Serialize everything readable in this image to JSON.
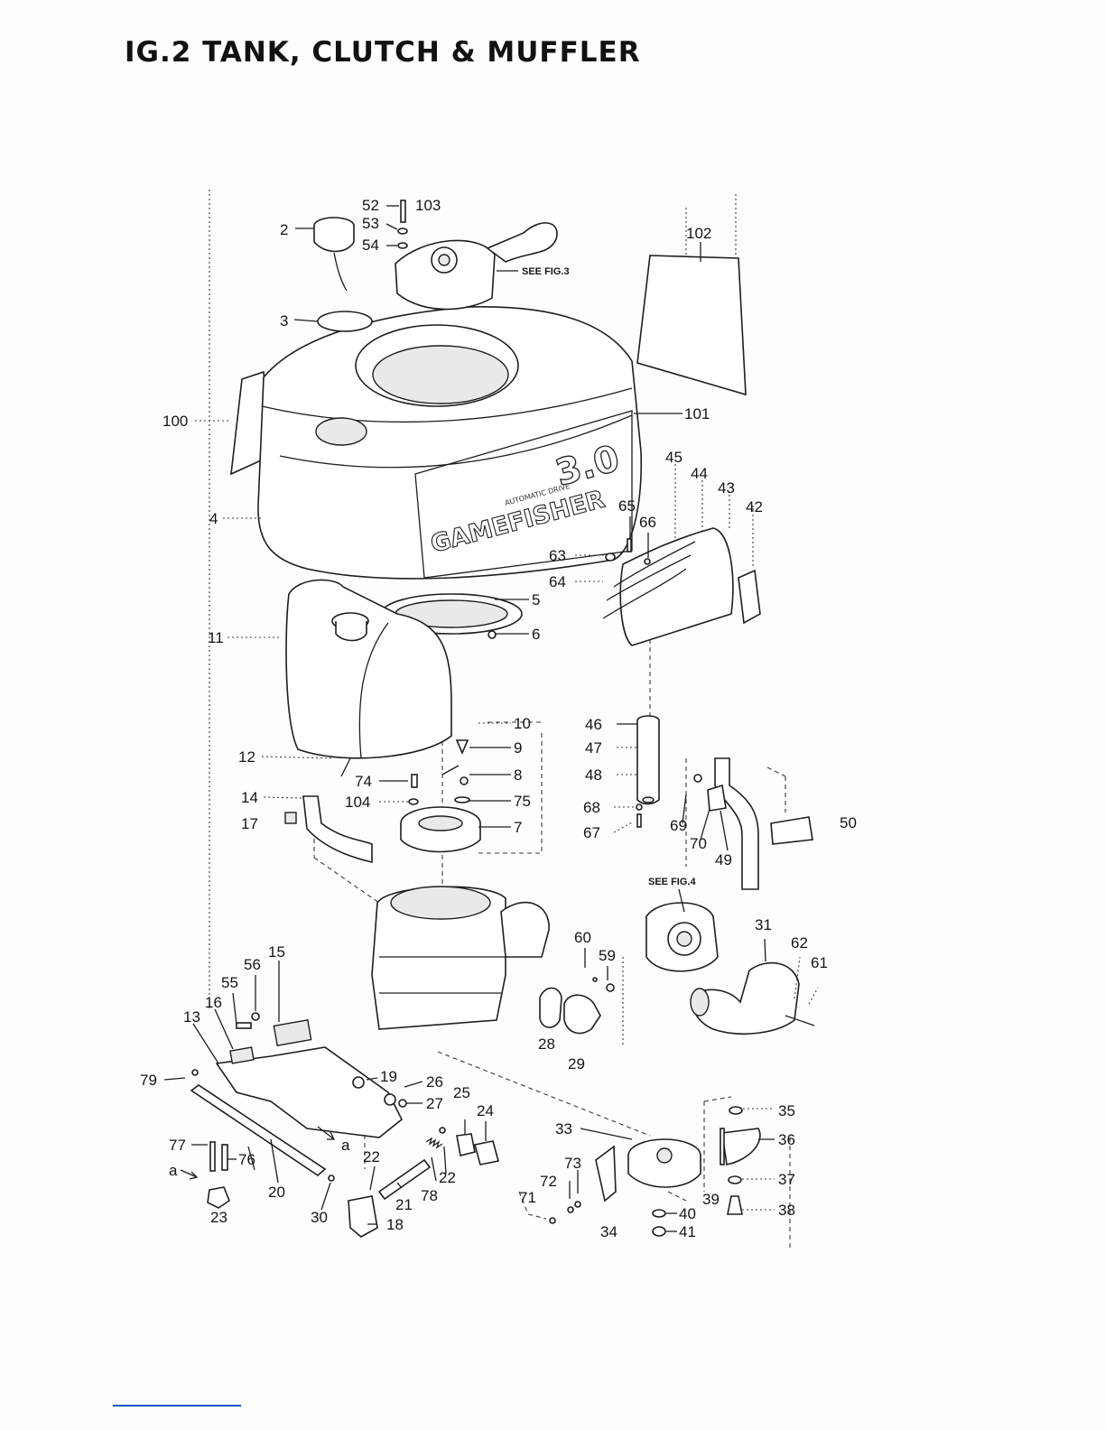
{
  "title": "IG.2  TANK, CLUTCH & MUFFLER",
  "brand": {
    "name": "GAMEFISHER",
    "sub": "AUTOMATIC DRIVE",
    "number": "3.0"
  },
  "notes": {
    "see_fig3": "SEE   FIG.3",
    "see_fig4": "SEE   FIG.4"
  },
  "part_numbers": {
    "p2": "2",
    "p3": "3",
    "p4": "4",
    "p5": "5",
    "p6": "6",
    "p7": "7",
    "p8": "8",
    "p9": "9",
    "p10": "10",
    "p11": "11",
    "p12": "12",
    "p13": "13",
    "p14": "14",
    "p15": "15",
    "p16": "16",
    "p17": "17",
    "p18": "18",
    "p19": "19",
    "p20": "20",
    "p21": "21",
    "p22a": "22",
    "p22b": "22",
    "p23": "23",
    "p24": "24",
    "p25": "25",
    "p26": "26",
    "p27": "27",
    "p28": "28",
    "p29": "29",
    "p30": "30",
    "p31": "31",
    "p33": "33",
    "p34": "34",
    "p35": "35",
    "p36": "36",
    "p37": "37",
    "p38": "38",
    "p39": "39",
    "p40": "40",
    "p41": "41",
    "p42": "42",
    "p43": "43",
    "p44": "44",
    "p45": "45",
    "p46": "46",
    "p47": "47",
    "p48": "48",
    "p49": "49",
    "p50": "50",
    "p52": "52",
    "p53": "53",
    "p54": "54",
    "p55": "55",
    "p56": "56",
    "p59": "59",
    "p60": "60",
    "p61": "61",
    "p62": "62",
    "p63": "63",
    "p64": "64",
    "p65": "65",
    "p66": "66",
    "p67": "67",
    "p68": "68",
    "p69": "69",
    "p70": "70",
    "p71": "71",
    "p72": "72",
    "p73": "73",
    "p74": "74",
    "p75": "75",
    "p76": "76",
    "p77": "77",
    "p78": "78",
    "p79": "79",
    "p100": "100",
    "p101": "101",
    "p102": "102",
    "p103": "103",
    "p104": "104",
    "ref_a1": "a",
    "ref_a2": "a"
  }
}
